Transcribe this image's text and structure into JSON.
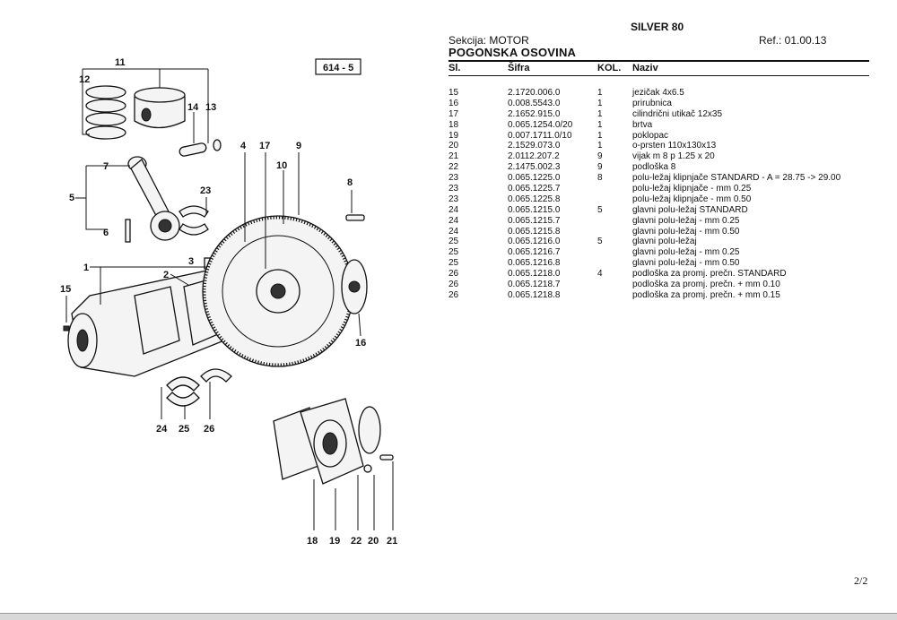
{
  "header": {
    "title": "SILVER 80",
    "section": "Sekcija: MOTOR",
    "ref": "Ref.: 01.00.13",
    "subtitle": "POGONSKA OSOVINA"
  },
  "columns": {
    "sl": "Sl.",
    "sifra": "Šifra",
    "kol": "KOL.",
    "naziv": "Naziv"
  },
  "rows": [
    {
      "sl": "15",
      "sifra": "2.1720.006.0",
      "kol": "1",
      "naziv": "jezičak 4x6.5"
    },
    {
      "sl": "16",
      "sifra": "0.008.5543.0",
      "kol": "1",
      "naziv": "prirubnica"
    },
    {
      "sl": "17",
      "sifra": "2.1652.915.0",
      "kol": "1",
      "naziv": "cilindrični utikač 12x35"
    },
    {
      "sl": "18",
      "sifra": "0.065.1254.0/20",
      "kol": "1",
      "naziv": "brtva"
    },
    {
      "sl": "19",
      "sifra": "0.007.1711.0/10",
      "kol": "1",
      "naziv": "poklopac"
    },
    {
      "sl": "20",
      "sifra": "2.1529.073.0",
      "kol": "1",
      "naziv": "o-prsten 110x130x13"
    },
    {
      "sl": "21",
      "sifra": "2.0112.207.2",
      "kol": "9",
      "naziv": "vijak m 8 p 1.25 x 20"
    },
    {
      "sl": "22",
      "sifra": "2.1475.002.3",
      "kol": "9",
      "naziv": "podloška 8"
    },
    {
      "sl": "23",
      "sifra": "0.065.1225.0",
      "kol": "8",
      "naziv": "polu-ležaj klipnjače STANDARD - A = 28.75 -> 29.00"
    },
    {
      "sl": "23",
      "sifra": "0.065.1225.7",
      "kol": "",
      "naziv": "polu-ležaj klipnjače - mm 0.25"
    },
    {
      "sl": "23",
      "sifra": "0.065.1225.8",
      "kol": "",
      "naziv": "polu-ležaj klipnjače - mm 0.50"
    },
    {
      "sl": "24",
      "sifra": "0.065.1215.0",
      "kol": "5",
      "naziv": "glavni polu-ležaj STANDARD"
    },
    {
      "sl": "24",
      "sifra": "0.065.1215.7",
      "kol": "",
      "naziv": "glavni polu-ležaj - mm 0.25"
    },
    {
      "sl": "24",
      "sifra": "0.065.1215.8",
      "kol": "",
      "naziv": "glavni polu-ležaj - mm 0.50"
    },
    {
      "sl": "25",
      "sifra": "0.065.1216.0",
      "kol": "5",
      "naziv": "glavni polu-ležaj"
    },
    {
      "sl": "25",
      "sifra": "0.065.1216.7",
      "kol": "",
      "naziv": "glavni polu-ležaj - mm 0.25"
    },
    {
      "sl": "25",
      "sifra": "0.065.1216.8",
      "kol": "",
      "naziv": "glavni polu-ležaj - mm 0.50"
    },
    {
      "sl": "26",
      "sifra": "0.065.1218.0",
      "kol": "4",
      "naziv": "podloška za promj. prečn. STANDARD"
    },
    {
      "sl": "26",
      "sifra": "0.065.1218.7",
      "kol": "",
      "naziv": "podloška za promj. prečn. + mm 0.10"
    },
    {
      "sl": "26",
      "sifra": "0.065.1218.8",
      "kol": "",
      "naziv": "podloška za promj. prečn. + mm 0.15"
    }
  ],
  "diagram": {
    "figure_code": "614 - 5",
    "callouts": [
      "1",
      "2",
      "3",
      "4",
      "5",
      "6",
      "7",
      "8",
      "9",
      "10",
      "11",
      "12",
      "13",
      "14",
      "15",
      "16",
      "17",
      "18",
      "19",
      "20",
      "21",
      "22",
      "23",
      "24",
      "25",
      "26"
    ]
  },
  "footer": {
    "page": "2/2"
  }
}
